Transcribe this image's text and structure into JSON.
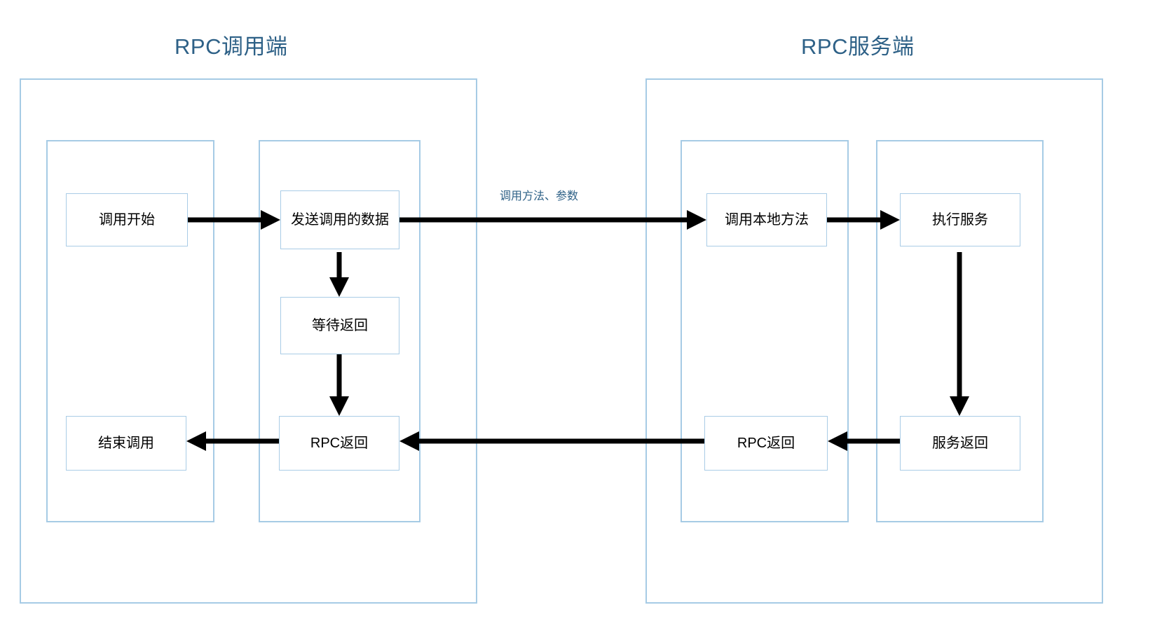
{
  "diagram": {
    "type": "flowchart",
    "titles": {
      "client": "RPC调用端",
      "server": "RPC服务端"
    },
    "edge_labels": {
      "call_params": "调用方法、参数"
    },
    "nodes": {
      "call_start": "调用开始",
      "send_call_data": "发送调用的数据",
      "wait_return": "等待返回",
      "rpc_return_client": "RPC返回",
      "call_end": "结束调用",
      "call_local_method": "调用本地方法",
      "execute_service": "执行服务",
      "service_return": "服务返回",
      "rpc_return_server": "RPC返回"
    },
    "colors": {
      "title_blue": "#2e6187",
      "box_border_blue": "#a9cce6",
      "container_border_blue": "#a6cbe5",
      "arrow_black": "#000000",
      "node_text": "#000000",
      "background": "#ffffff"
    }
  }
}
